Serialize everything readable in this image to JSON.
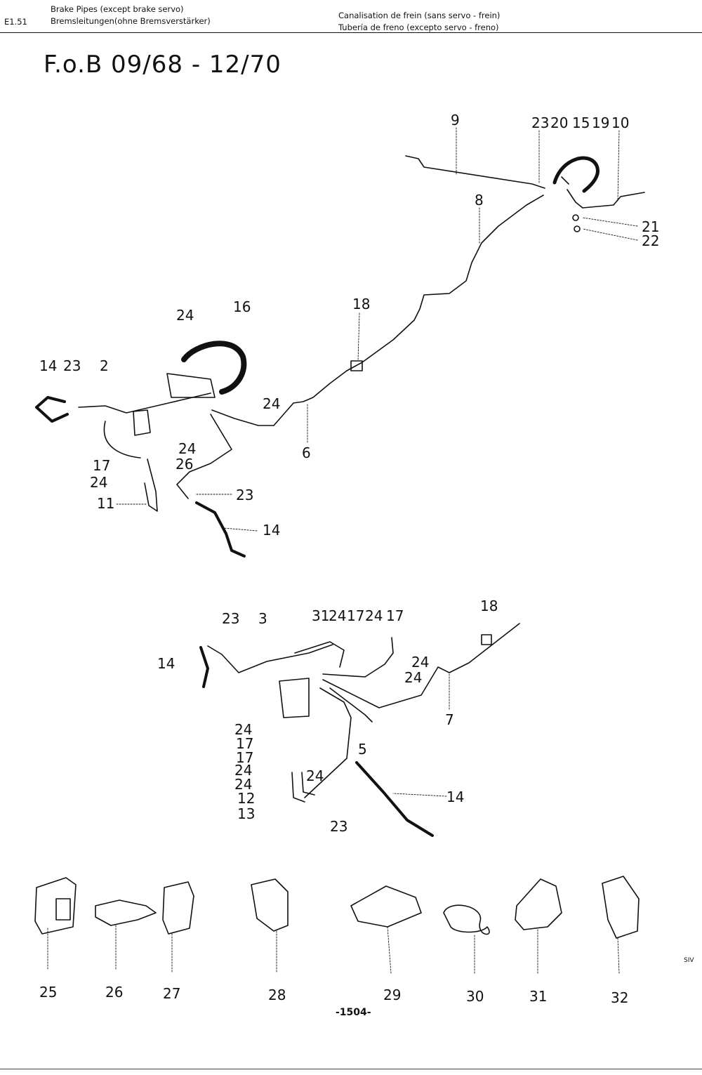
{
  "header": {
    "code": "E1.51",
    "title_en": "Brake Pipes (except brake servo)",
    "title_de": "Bremsleitungen(ohne Bremsverstärker)",
    "title_fr": "Canalisation de frein (sans servo - frein)",
    "title_es": "Tubería de freno (excepto servo - freno)"
  },
  "model_label": "F.o.B  09/68 - 12/70",
  "page_number": "-1504-",
  "corner_mark": "SIV",
  "callouts_top": [
    {
      "n": "9"
    },
    {
      "n": "23"
    },
    {
      "n": "20"
    },
    {
      "n": "15"
    },
    {
      "n": "19"
    },
    {
      "n": "10"
    },
    {
      "n": "8"
    },
    {
      "n": "21"
    },
    {
      "n": "22"
    },
    {
      "n": "24"
    },
    {
      "n": "16"
    },
    {
      "n": "18"
    },
    {
      "n": "14"
    },
    {
      "n": "23"
    },
    {
      "n": "2"
    },
    {
      "n": "24"
    },
    {
      "n": "6"
    },
    {
      "n": "24"
    },
    {
      "n": "17"
    },
    {
      "n": "26"
    },
    {
      "n": "24"
    },
    {
      "n": "11"
    },
    {
      "n": "23"
    },
    {
      "n": "14"
    }
  ],
  "callouts_middle": [
    {
      "n": "23"
    },
    {
      "n": "3"
    },
    {
      "n": "31"
    },
    {
      "n": "24"
    },
    {
      "n": "17"
    },
    {
      "n": "24"
    },
    {
      "n": "17"
    },
    {
      "n": "18"
    },
    {
      "n": "14"
    },
    {
      "n": "24"
    },
    {
      "n": "24"
    },
    {
      "n": "7"
    },
    {
      "n": "24"
    },
    {
      "n": "17"
    },
    {
      "n": "17"
    },
    {
      "n": "5"
    },
    {
      "n": "24"
    },
    {
      "n": "24"
    },
    {
      "n": "24"
    },
    {
      "n": "12"
    },
    {
      "n": "14"
    },
    {
      "n": "13"
    },
    {
      "n": "23"
    }
  ],
  "clips": [
    {
      "n": "25"
    },
    {
      "n": "26"
    },
    {
      "n": "27"
    },
    {
      "n": "28"
    },
    {
      "n": "29"
    },
    {
      "n": "30"
    },
    {
      "n": "31"
    },
    {
      "n": "32"
    }
  ]
}
